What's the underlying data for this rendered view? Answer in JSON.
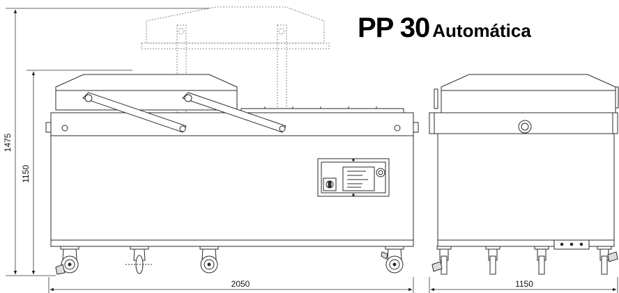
{
  "title": {
    "model": "PP 30",
    "variant": "Automática"
  },
  "dimensions": {
    "total_height": "1475",
    "body_height": "1150",
    "front_width": "2050",
    "side_depth": "1150"
  },
  "colors": {
    "line": "#2a2a2a",
    "dash": "#6a6a6a",
    "fill": "#ffffff"
  }
}
